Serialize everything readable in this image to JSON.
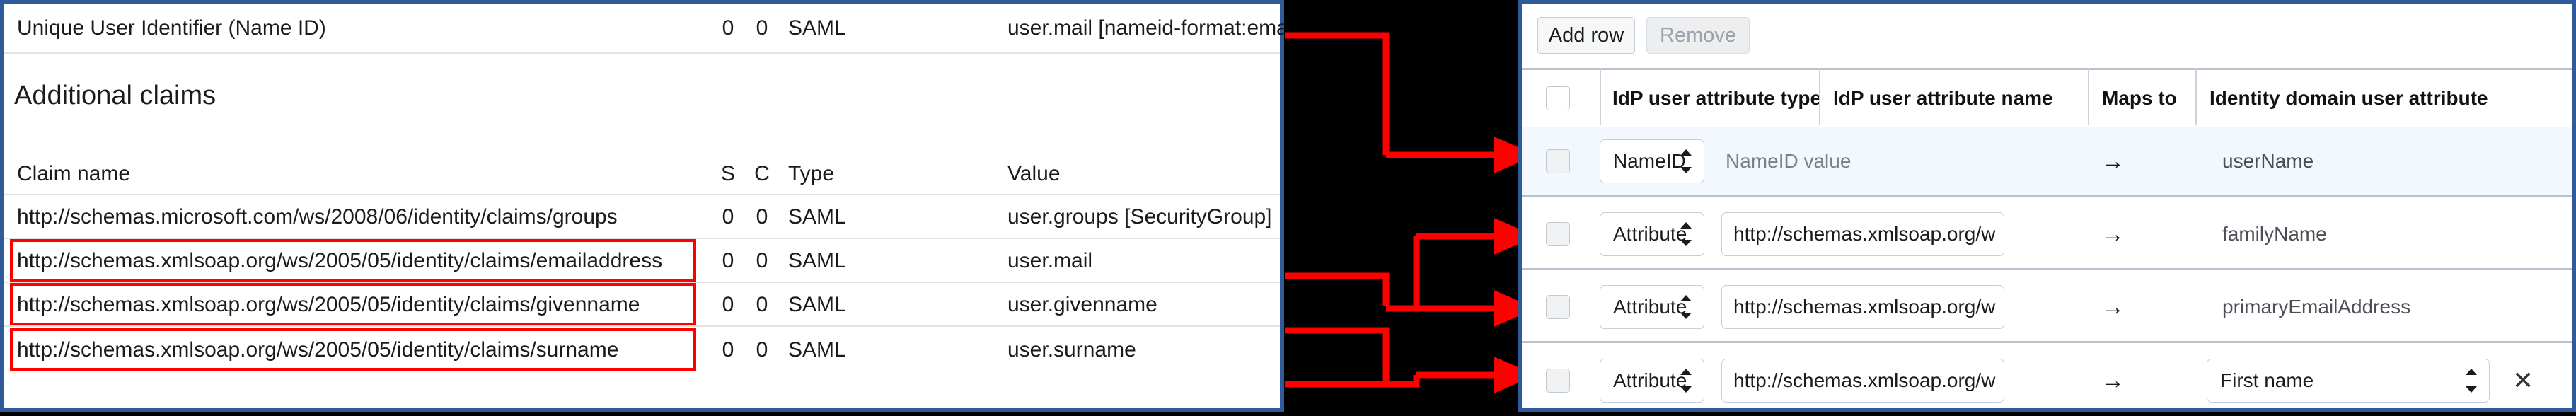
{
  "left_panel": {
    "nameid_row": {
      "claim_name": "Unique User Identifier (Name ID)",
      "s": "0",
      "c": "0",
      "type": "SAML",
      "value": "user.mail [nameid-format:emailAddress]"
    },
    "section_title": "Additional claims",
    "columns": {
      "claim_name": "Claim name",
      "s": "S",
      "c": "C",
      "type": "Type",
      "value": "Value"
    },
    "rows": [
      {
        "claim_name": "http://schemas.microsoft.com/ws/2008/06/identity/claims/groups",
        "s": "0",
        "c": "0",
        "type": "SAML",
        "value": "user.groups [SecurityGroup]",
        "highlighted": false
      },
      {
        "claim_name": "http://schemas.xmlsoap.org/ws/2005/05/identity/claims/emailaddress",
        "s": "0",
        "c": "0",
        "type": "SAML",
        "value": "user.mail",
        "highlighted": true
      },
      {
        "claim_name": "http://schemas.xmlsoap.org/ws/2005/05/identity/claims/givenname",
        "s": "0",
        "c": "0",
        "type": "SAML",
        "value": "user.givenname",
        "highlighted": true
      },
      {
        "claim_name": "http://schemas.xmlsoap.org/ws/2005/05/identity/claims/surname",
        "s": "0",
        "c": "0",
        "type": "SAML",
        "value": "user.surname",
        "highlighted": true
      }
    ]
  },
  "connector": {
    "arrow_color": "#ff0000",
    "background": "#000000",
    "arrow_count": 4
  },
  "right_panel": {
    "toolbar": {
      "add_row_label": "Add row",
      "remove_label": "Remove"
    },
    "columns": {
      "select_all": "",
      "idp_type": "IdP user attribute type",
      "idp_name": "IdP user attribute name",
      "maps_to": "Maps to",
      "domain_attr": "Identity domain user attribute"
    },
    "maps_to_glyph": "→",
    "remove_glyph": "✕",
    "rows": [
      {
        "type_value": "NameID",
        "name_value": "NameID value",
        "name_is_placeholder": true,
        "domain_value": "userName",
        "domain_is_select": false,
        "selected": true,
        "has_remove": false
      },
      {
        "type_value": "Attribute",
        "name_value": "http://schemas.xmlsoap.org/w",
        "name_is_placeholder": false,
        "domain_value": "familyName",
        "domain_is_select": false,
        "selected": false,
        "has_remove": false
      },
      {
        "type_value": "Attribute",
        "name_value": "http://schemas.xmlsoap.org/w",
        "name_is_placeholder": false,
        "domain_value": "primaryEmailAddress",
        "domain_is_select": false,
        "selected": false,
        "has_remove": false
      },
      {
        "type_value": "Attribute",
        "name_value": "http://schemas.xmlsoap.org/w",
        "name_is_placeholder": false,
        "domain_value": "First name",
        "domain_is_select": true,
        "selected": false,
        "has_remove": true
      }
    ]
  },
  "colors": {
    "panel_border": "#2e5c9a",
    "arrow_red": "#ff0000",
    "row_selected_bg": "#f2f8fd",
    "grid_line": "#b9c2cc"
  }
}
